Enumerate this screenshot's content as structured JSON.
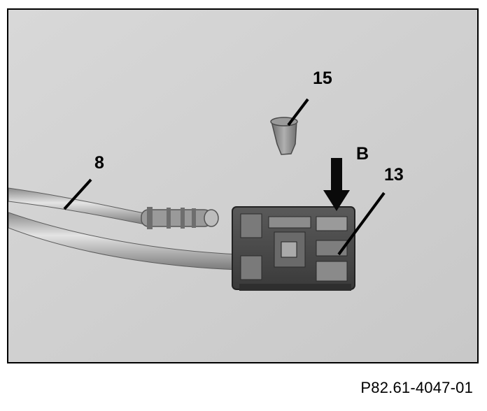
{
  "callouts": [
    {
      "label": "15",
      "part": "cap"
    },
    {
      "label": "8",
      "part": "cable"
    },
    {
      "label": "B",
      "part": "press-direction-arrow"
    },
    {
      "label": "13",
      "part": "connector-housing"
    }
  ],
  "figure_id": "P82.61-4047-01",
  "colors": {
    "photo_background": "#d2d2d2",
    "frame_border": "#000000",
    "label_text": "#000000",
    "page_background": "#ffffff"
  }
}
